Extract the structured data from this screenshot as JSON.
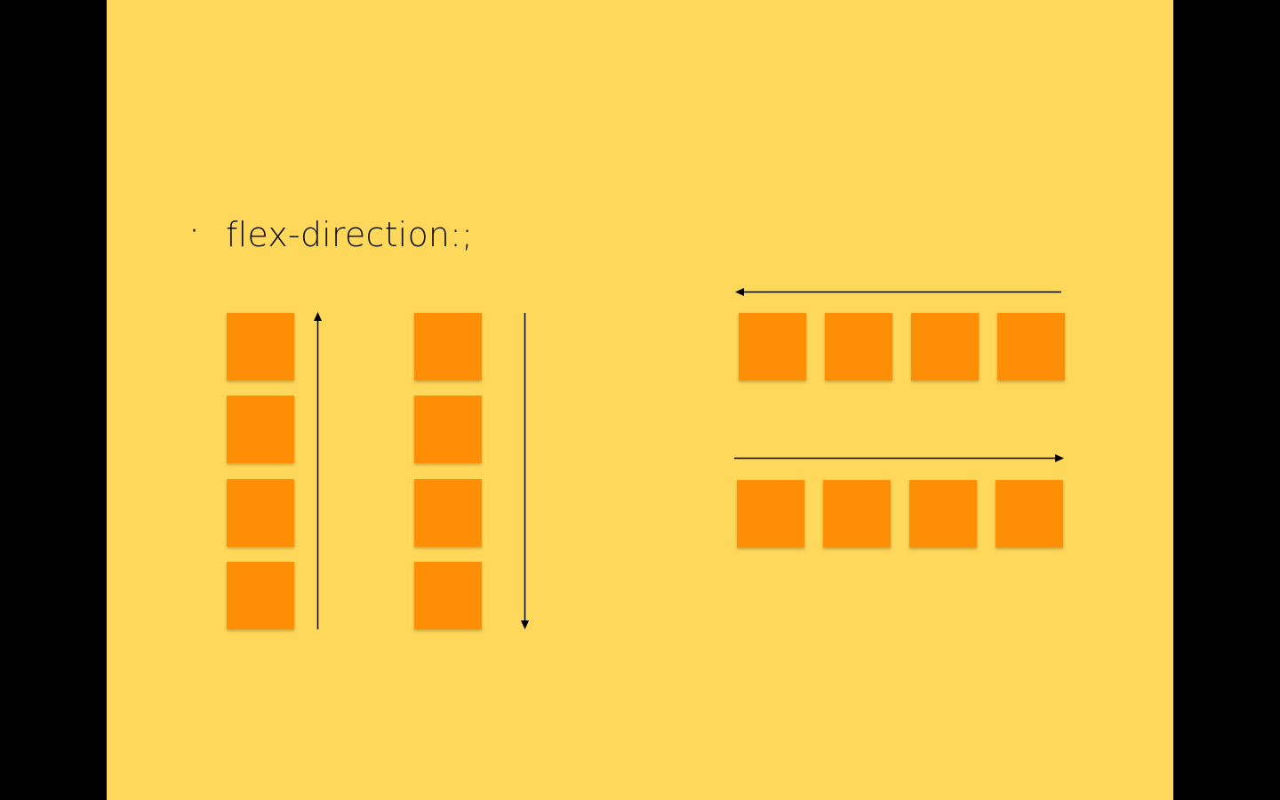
{
  "slide": {
    "bullet": "·",
    "text": "flex-direction:;"
  },
  "colors": {
    "background": "#FED85A",
    "box": "#FE8E05",
    "arrow": "#000000",
    "letterbox": "#000000"
  },
  "diagram": {
    "column_reverse": {
      "items": 4,
      "arrow": "up"
    },
    "column": {
      "items": 4,
      "arrow": "down"
    },
    "row_reverse": {
      "items": 4,
      "arrow": "left"
    },
    "row": {
      "items": 4,
      "arrow": "right"
    }
  }
}
